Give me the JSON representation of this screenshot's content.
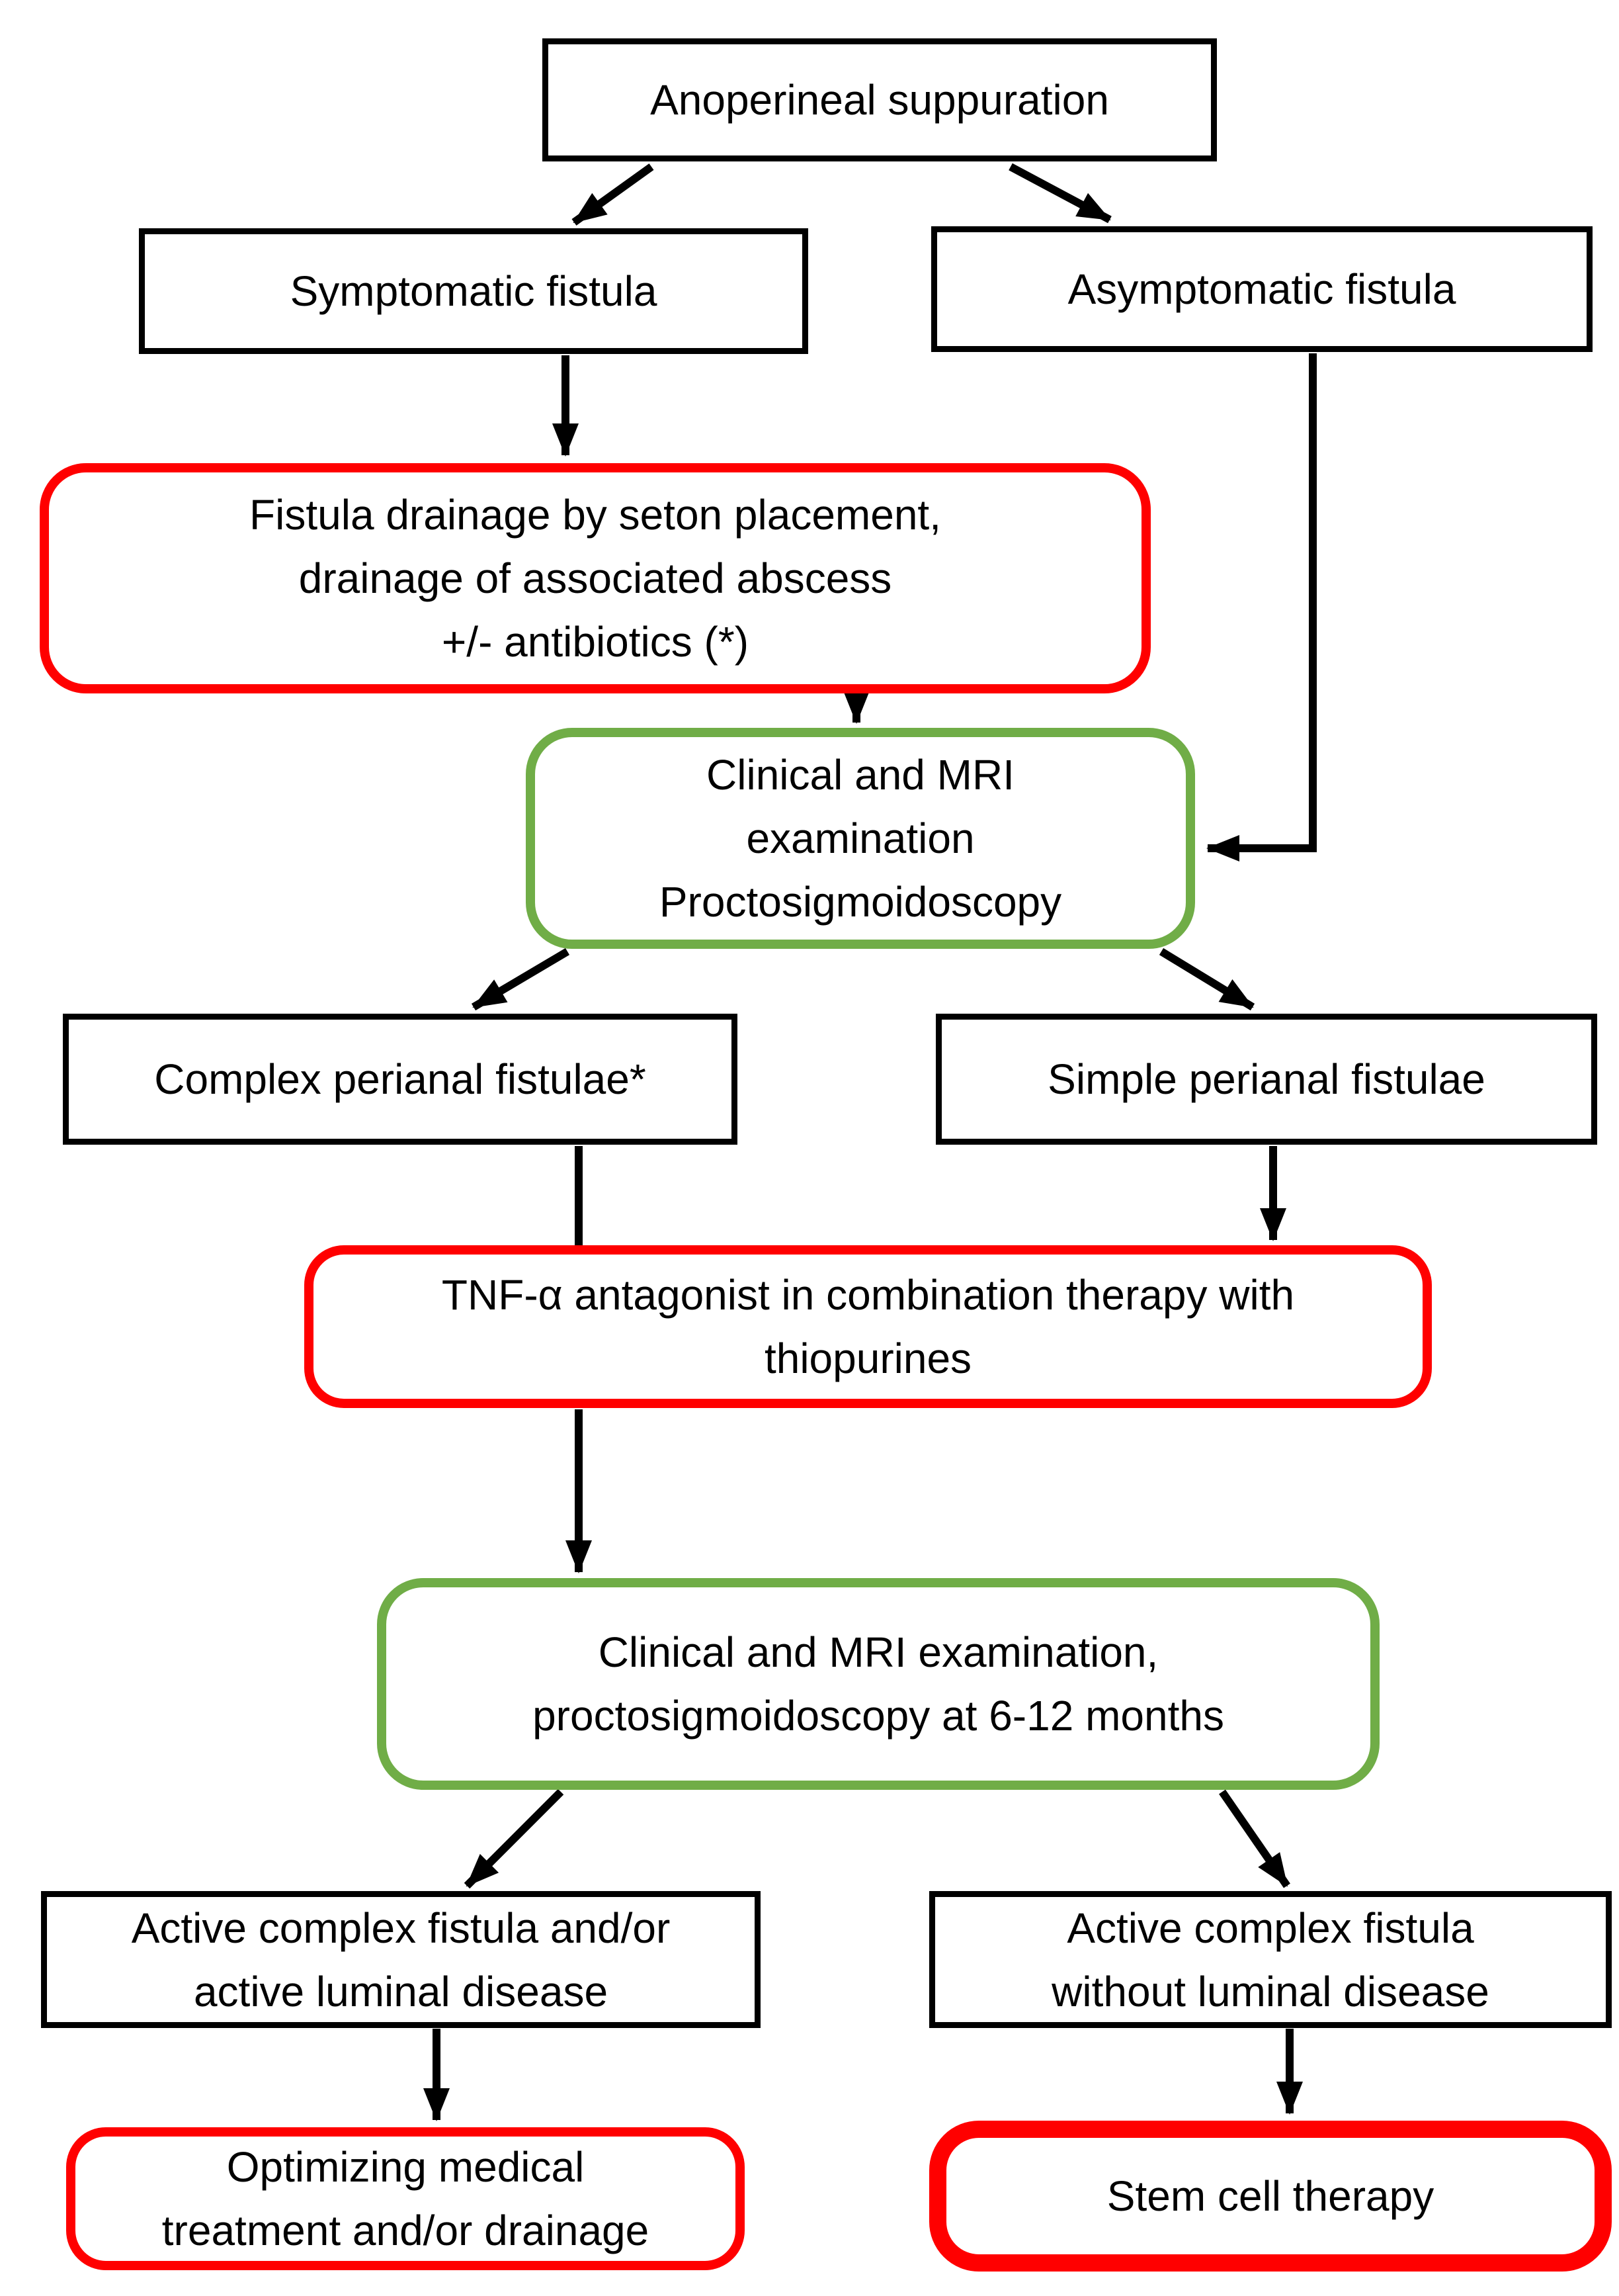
{
  "colors": {
    "box_border_black": "#000000",
    "box_border_red": "#FF0000",
    "box_border_green": "#70AD47",
    "background": "#FFFFFF",
    "text": "#000000"
  },
  "nodes": {
    "anoperineal": {
      "label": "Anoperineal suppuration"
    },
    "symptomatic": {
      "label": "Symptomatic fistula"
    },
    "asymptomatic": {
      "label": "Asymptomatic fistula"
    },
    "seton": {
      "label": "Fistula drainage by seton placement,\ndrainage of associated abscess\n+/- antibiotics (*)"
    },
    "exam1": {
      "label": "Clinical and MRI\nexamination\nProctosigmoidoscopy"
    },
    "complex": {
      "label": "Complex perianal fistulae*"
    },
    "simple": {
      "label": "Simple perianal fistulae"
    },
    "tnf": {
      "label": "TNF-α antagonist in combination therapy with\nthiopurines"
    },
    "exam2": {
      "label": "Clinical and MRI examination,\nproctosigmoidoscopy at 6-12 months"
    },
    "active_luminal": {
      "label": "Active complex fistula and/or\nactive luminal disease"
    },
    "active_no_luminal": {
      "label": "Active complex fistula\nwithout luminal disease"
    },
    "optimize": {
      "label": "Optimizing medical\ntreatment and/or drainage"
    },
    "stem": {
      "label": "Stem cell therapy"
    }
  },
  "edges": [
    {
      "from": "anoperineal",
      "to": "symptomatic",
      "arrowhead": true
    },
    {
      "from": "anoperineal",
      "to": "asymptomatic",
      "arrowhead": true
    },
    {
      "from": "symptomatic",
      "to": "seton",
      "arrowhead": true
    },
    {
      "from": "seton",
      "to": "exam1",
      "arrowhead": true
    },
    {
      "from": "asymptomatic",
      "to": "exam1",
      "arrowhead": true,
      "shape": "elbow-into-right-side"
    },
    {
      "from": "exam1",
      "to": "complex",
      "arrowhead": true
    },
    {
      "from": "exam1",
      "to": "simple",
      "arrowhead": true
    },
    {
      "from": "complex",
      "to": "tnf",
      "arrowhead": false
    },
    {
      "from": "simple",
      "to": "tnf",
      "arrowhead": true
    },
    {
      "from": "tnf",
      "to": "exam2",
      "arrowhead": true
    },
    {
      "from": "exam2",
      "to": "active_luminal",
      "arrowhead": true
    },
    {
      "from": "exam2",
      "to": "active_no_luminal",
      "arrowhead": true
    },
    {
      "from": "active_luminal",
      "to": "optimize",
      "arrowhead": true
    },
    {
      "from": "active_no_luminal",
      "to": "stem",
      "arrowhead": true
    }
  ]
}
